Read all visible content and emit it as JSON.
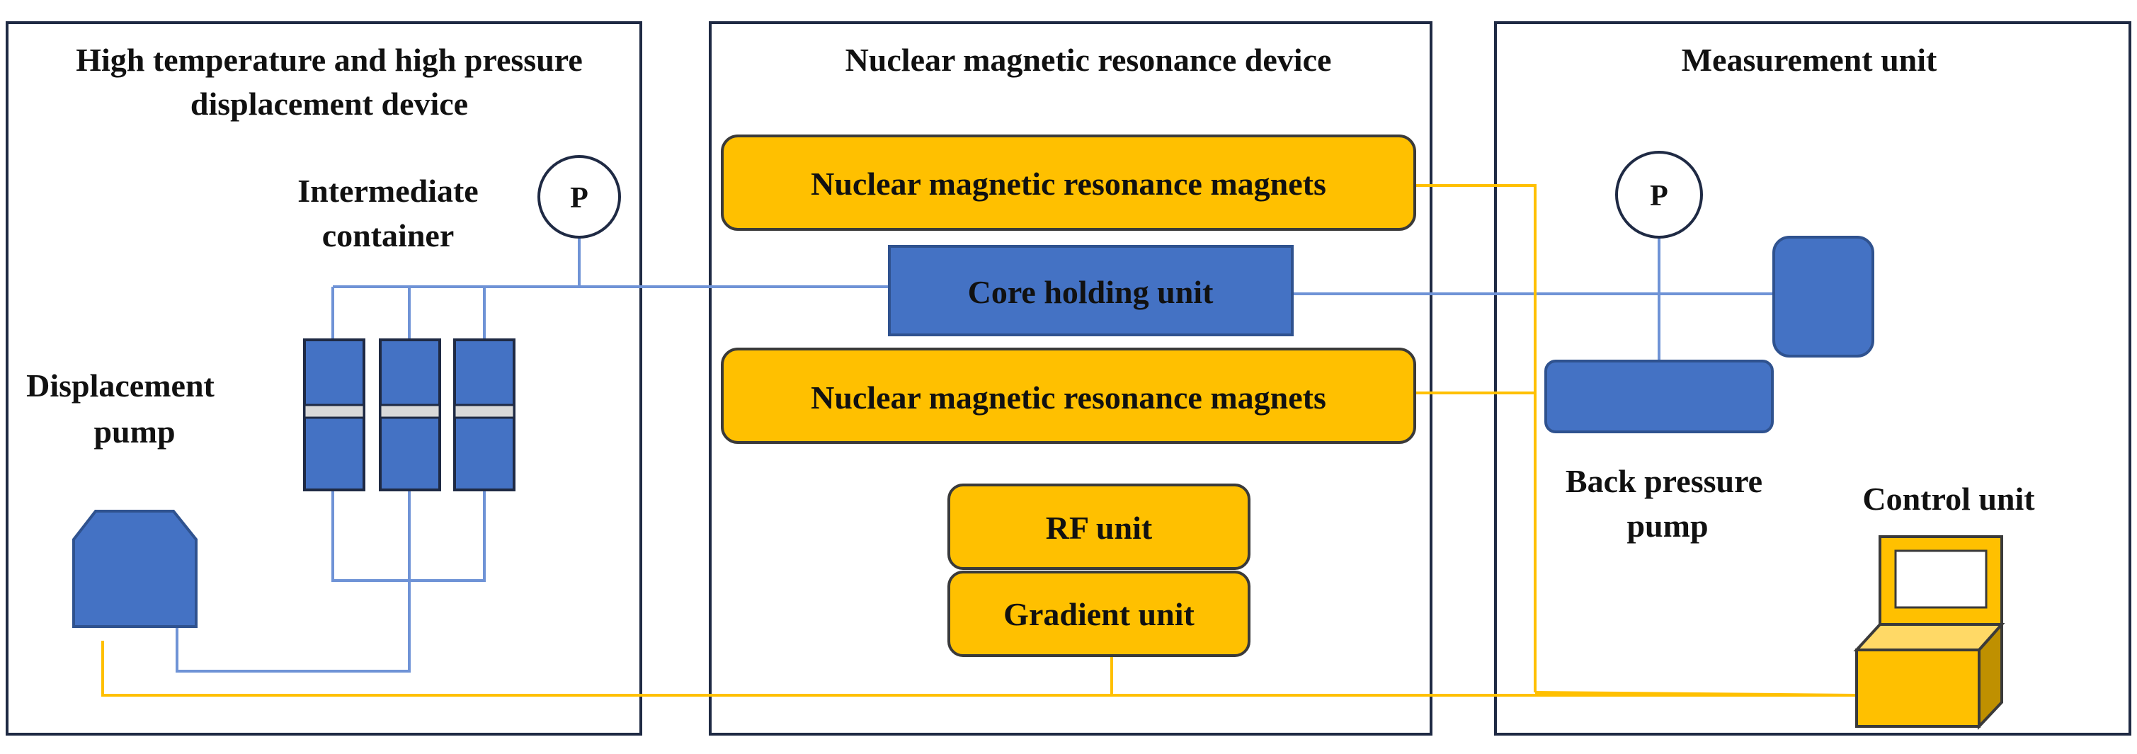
{
  "colors": {
    "blue": "#4472c4",
    "blue_line": "#6f93d6",
    "gold": "#ffc000",
    "panel_border": "#1f2a44",
    "separator": "#d9d9d9"
  },
  "panels": {
    "left_title_1": "High temperature and high pressure",
    "left_title_2": "displacement device",
    "middle_title": "Nuclear magnetic resonance device",
    "right_title": "Measurement unit"
  },
  "labels": {
    "intermediate_1": "Intermediate",
    "intermediate_2": "container",
    "displacement_1": "Displacement",
    "displacement_2": "pump",
    "back_pressure_1": "Back pressure",
    "back_pressure_2": "pump",
    "control_unit": "Control unit"
  },
  "components": {
    "nmr_magnets_top": "Nuclear magnetic resonance magnets",
    "core_holding": "Core holding unit",
    "nmr_magnets_bottom": "Nuclear magnetic resonance magnets",
    "rf_unit": "RF unit",
    "gradient_unit": "Gradient unit",
    "pressure_gauge_left": "P",
    "pressure_gauge_right": "P"
  },
  "icons": {
    "pressure_gauge": "pressure-gauge-icon",
    "pump": "pump-icon",
    "container": "container-icon",
    "computer": "computer-icon"
  }
}
